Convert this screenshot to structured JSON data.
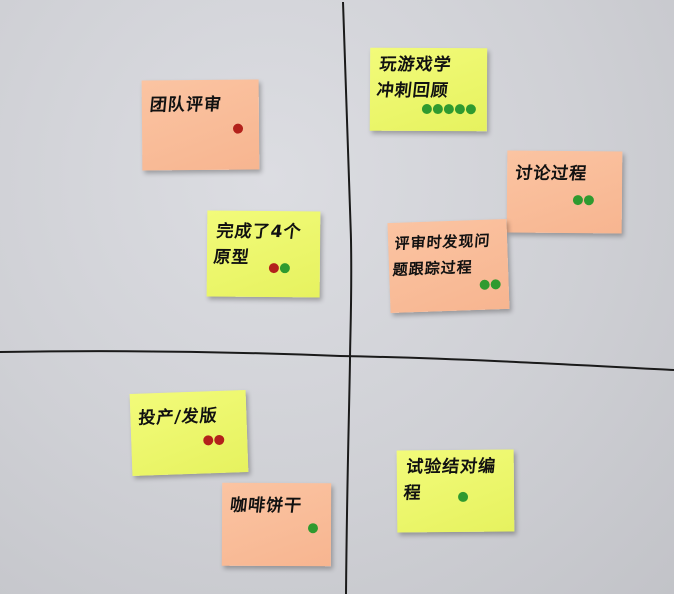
{
  "colors": {
    "pink_note": "#f9bd9a",
    "yellow_note": "#ecf66c",
    "red_dot": "#b3211b",
    "green_dot": "#2f9a2f",
    "ink": "#111111",
    "wall": "#cfd0d5"
  },
  "notes": [
    {
      "text": "团队评审",
      "color": "pink",
      "dots": [
        "red"
      ]
    },
    {
      "text": "完成了4个\n原型",
      "color": "yellow",
      "dots": [
        "red",
        "green"
      ]
    },
    {
      "text": "玩游戏学\n冲刺回顾",
      "color": "yellow",
      "dots": [
        "green",
        "green",
        "green",
        "green",
        "green"
      ]
    },
    {
      "text": "讨论过程",
      "color": "pink",
      "dots": [
        "green",
        "green"
      ]
    },
    {
      "text": "评审时发现问\n题跟踪过程",
      "color": "pink",
      "dots": [
        "green",
        "green"
      ]
    },
    {
      "text": "投产/发版",
      "color": "yellow",
      "dots": [
        "red",
        "red"
      ]
    },
    {
      "text": "咖啡饼干",
      "color": "pink",
      "dots": [
        "green"
      ]
    },
    {
      "text": "试验结对编\n程",
      "color": "yellow",
      "dots": [
        "green"
      ]
    }
  ]
}
